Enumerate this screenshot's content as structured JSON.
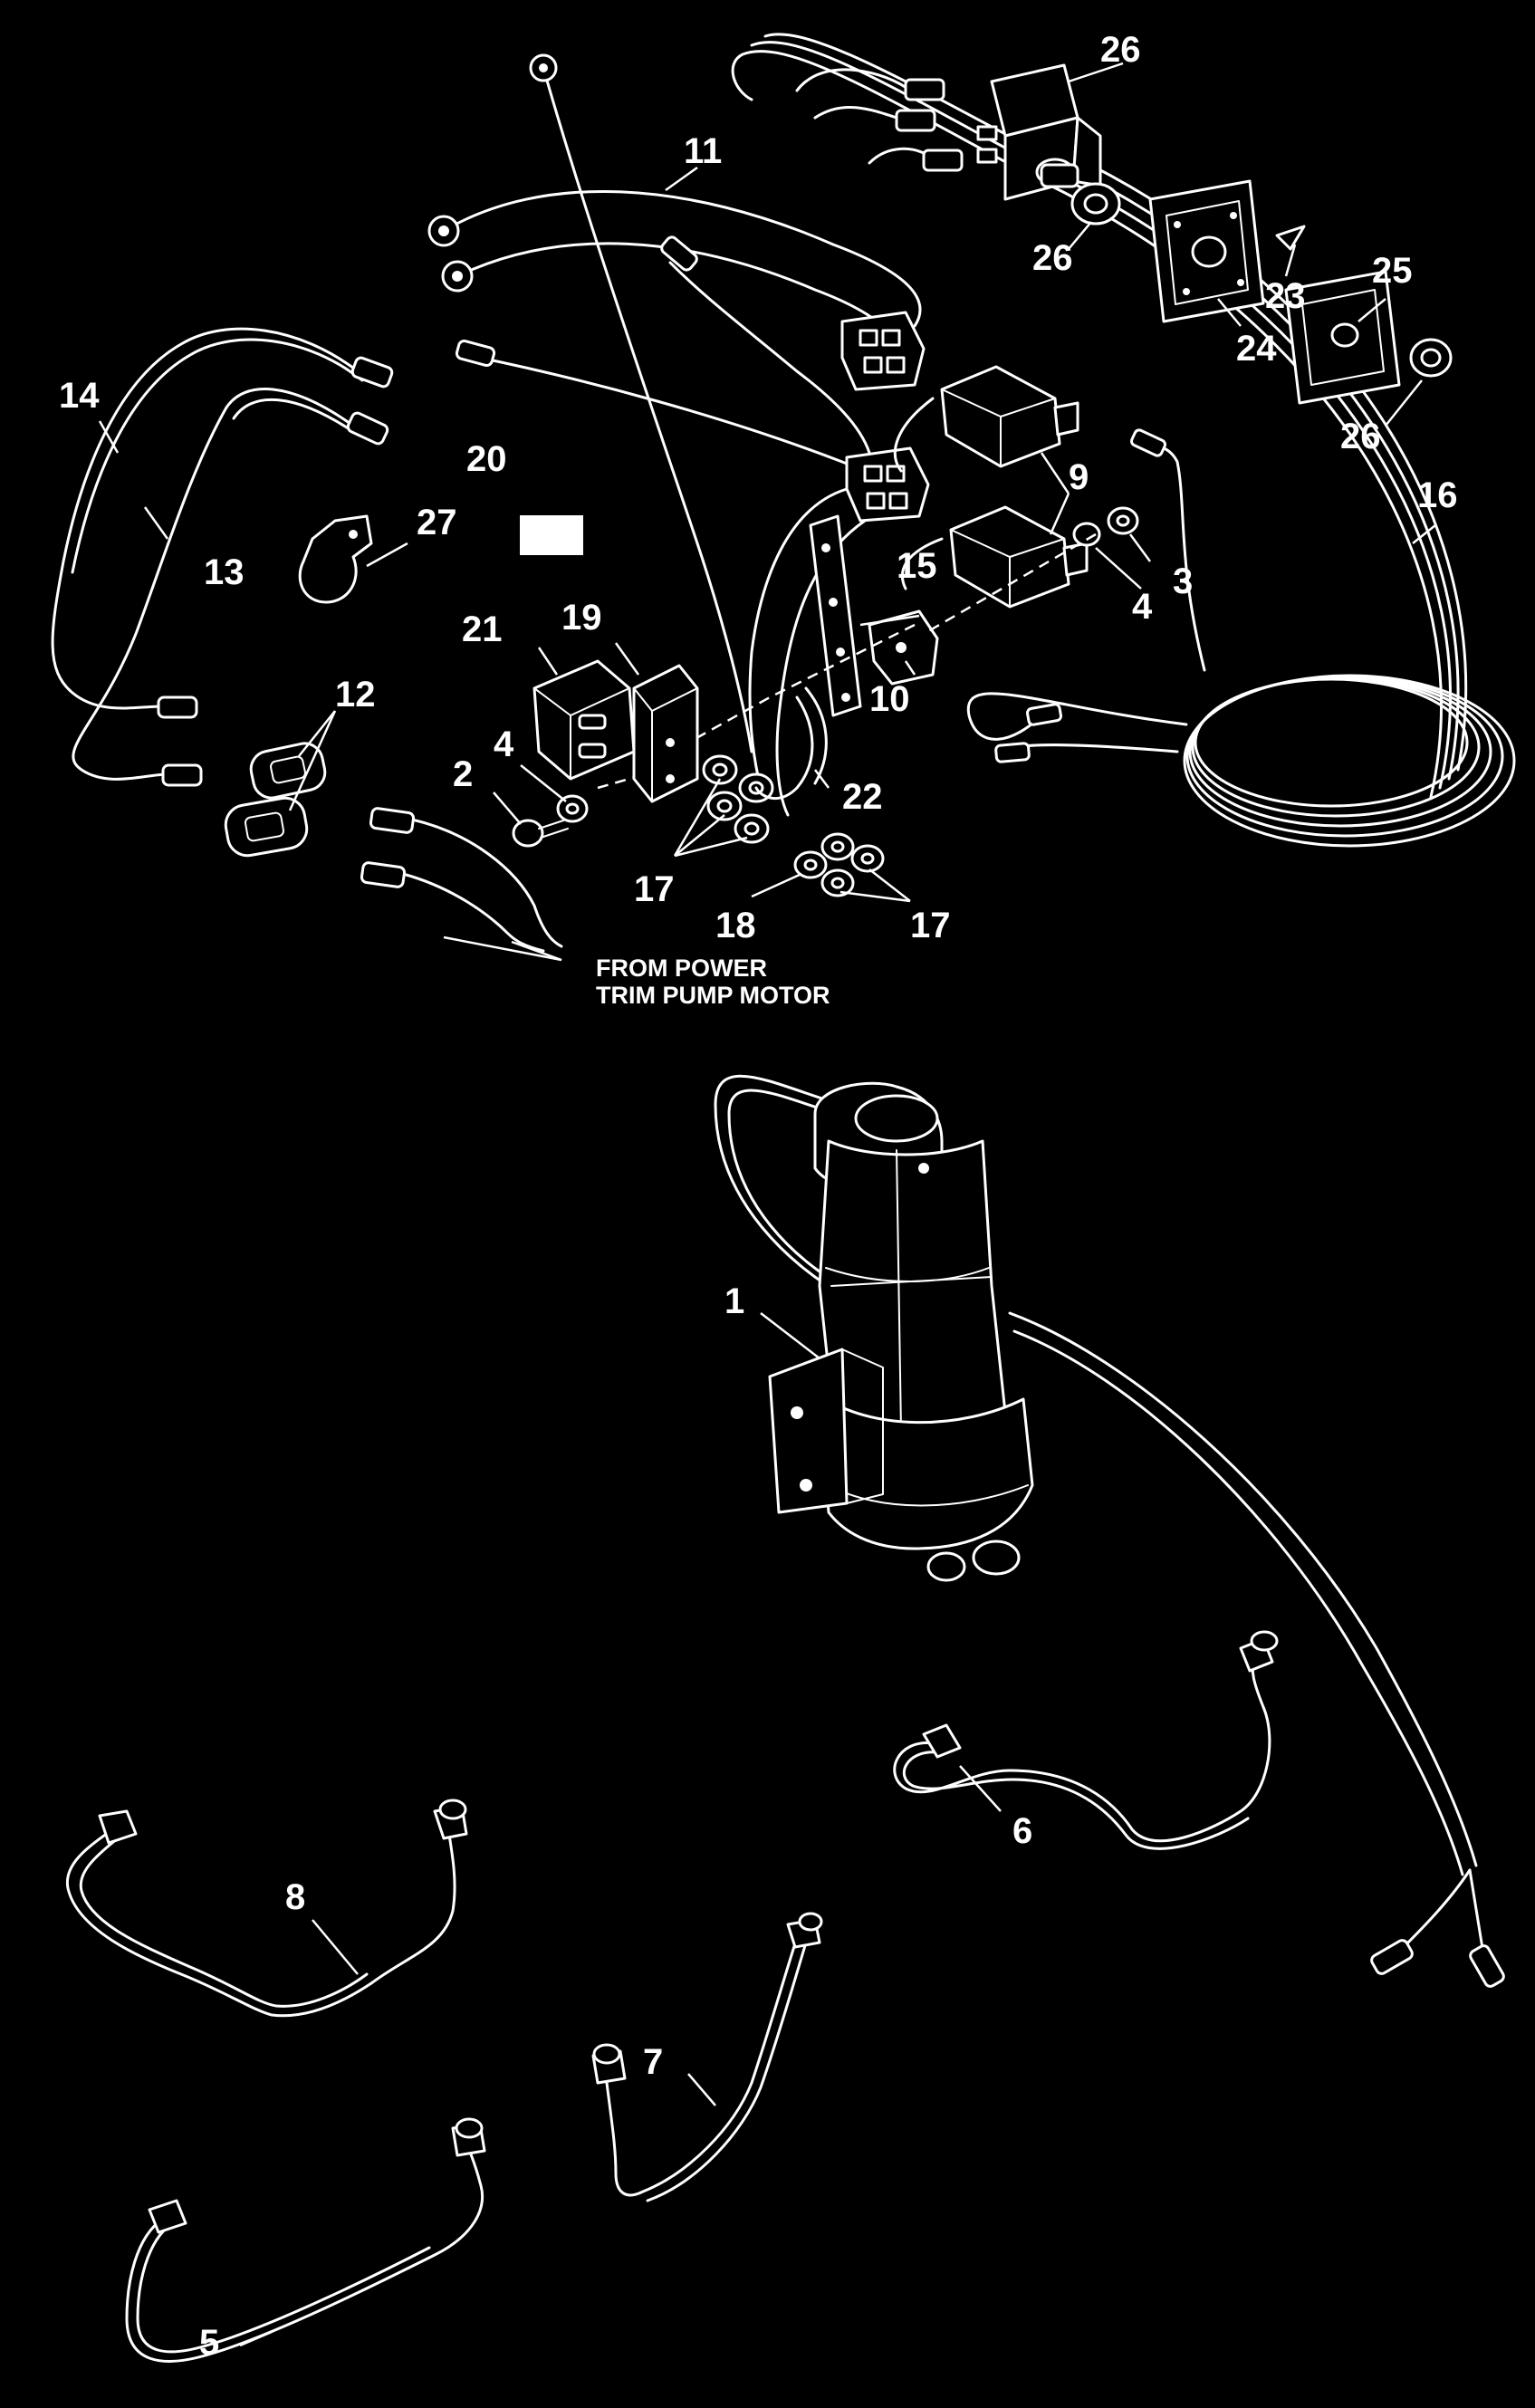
{
  "callouts": {
    "c1": "1",
    "c2": "2",
    "c3": "3",
    "c4a": "4",
    "c4b": "4",
    "c5": "5",
    "c6": "6",
    "c7": "7",
    "c8": "8",
    "c9": "9",
    "c10": "10",
    "c11": "11",
    "c12": "12",
    "c13": "13",
    "c14": "14",
    "c15": "15",
    "c16": "16",
    "c17a": "17",
    "c17b": "17",
    "c18": "18",
    "c19": "19",
    "c20": "20",
    "c21": "21",
    "c22": "22",
    "c23": "23",
    "c24": "24",
    "c25": "25",
    "c26a": "26",
    "c26b": "26",
    "c26c": "26",
    "c27": "27"
  },
  "caption": {
    "line1": "FROM POWER",
    "line2": "TRIM PUMP MOTOR"
  },
  "colors": {
    "background": "#000000",
    "linework": "#ffffff"
  }
}
